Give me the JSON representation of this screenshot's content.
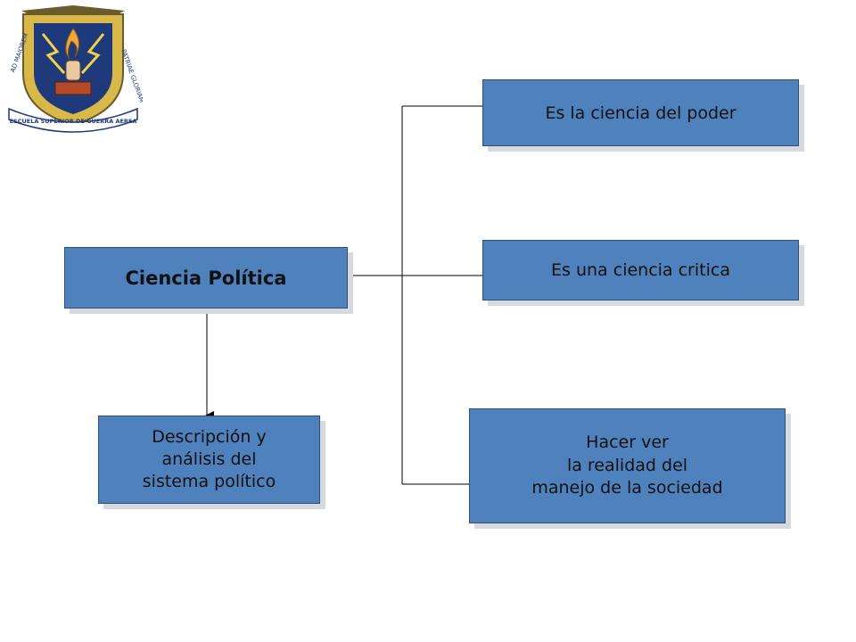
{
  "diagram": {
    "root": {
      "label": "Ciencia Política"
    },
    "branches": [
      {
        "label": "Es la ciencia del poder"
      },
      {
        "label": "Es una ciencia critica"
      },
      {
        "label": "Hacer ver\nla realidad del\nmanejo de la sociedad"
      }
    ],
    "below": {
      "label": "Descripción y\nanálisis del\nsistema político"
    }
  },
  "logo": {
    "text_left": "AD MAIOREM",
    "text_right": "PATRIAE GLORIAM",
    "ribbon": "ESCUELA SUPERIOR DE GUERRA AEREA"
  },
  "colors": {
    "box_fill": "#4f81bd",
    "box_border": "#2f4f7a",
    "shield_blue": "#1f3a7a",
    "shield_gold": "#d9b84a"
  }
}
